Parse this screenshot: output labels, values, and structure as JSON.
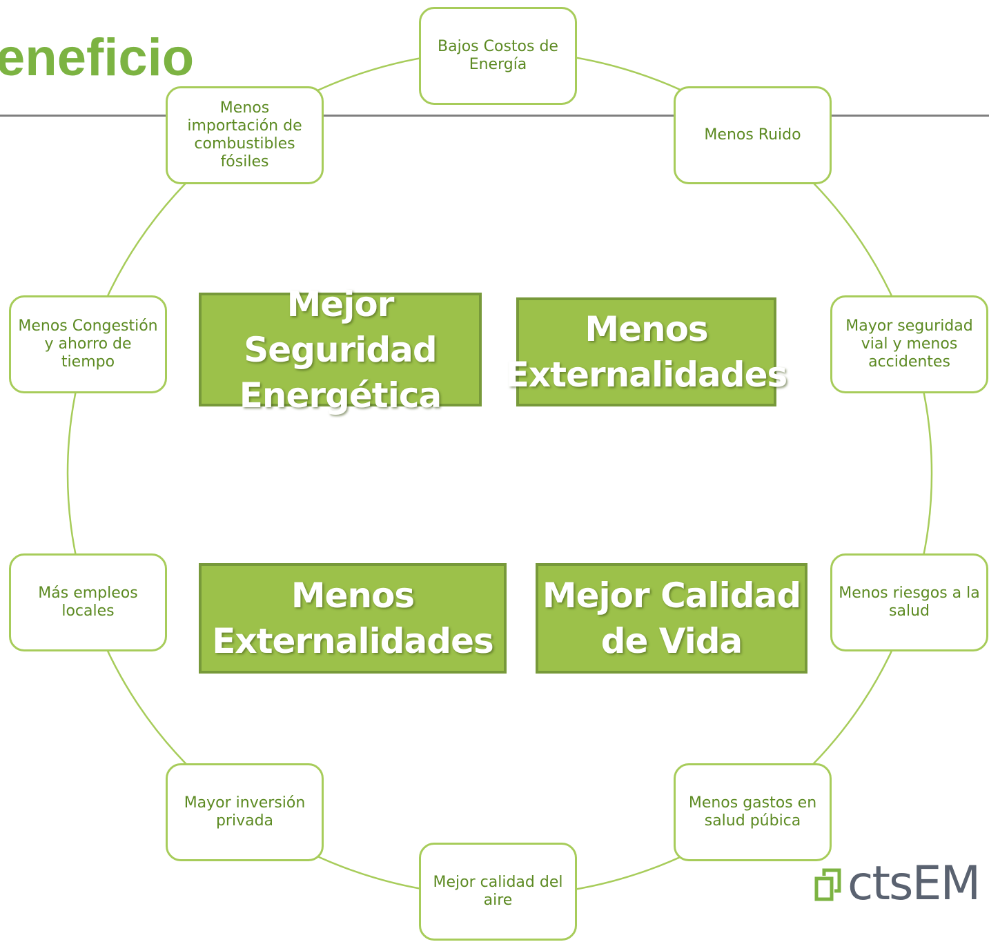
{
  "header": {
    "title": "eneficio"
  },
  "colors": {
    "accent": "#7cb342",
    "node_border": "#a7cc5a",
    "node_text": "#5c8a22",
    "center_fill": "#9cc14a"
  },
  "cycle_nodes": [
    "Bajos Costos de Energía",
    "Menos Ruido",
    "Mayor seguridad vial y menos accidentes",
    "Menos riesgos a la salud",
    "Menos gastos en salud púbica",
    "Mejor calidad del aire",
    "Mayor inversión privada",
    "Más empleos locales",
    "Menos Congestión y ahorro de tiempo",
    "Menos importación de combustibles fósiles"
  ],
  "center_boxes": [
    "Mejor Seguridad Energética",
    "Menos Externalidades",
    "Menos Externalidades",
    "Mejor Calidad de Vida"
  ],
  "logo": {
    "text": "ctsEM",
    "icon": "ctsem-logo-icon"
  }
}
